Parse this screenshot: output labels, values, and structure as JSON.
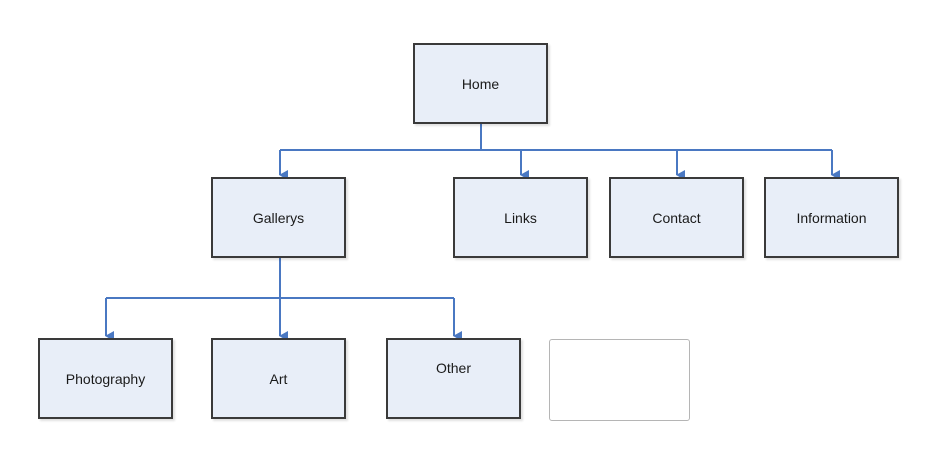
{
  "nodes": {
    "home": "Home",
    "gallerys": "Gallerys",
    "links": "Links",
    "contact": "Contact",
    "information": "Information",
    "photography": "Photography",
    "art": "Art",
    "other": "Other",
    "empty": ""
  },
  "colors": {
    "connector": "#4a78c2",
    "box_fill": "#e8eef8",
    "box_border": "#3a3a3a"
  }
}
